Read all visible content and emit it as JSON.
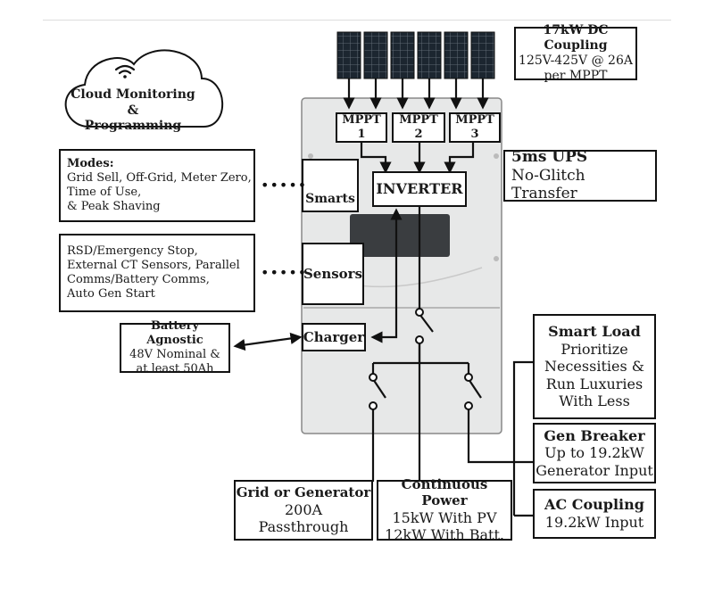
{
  "cloud": {
    "line1": "Cloud Monitoring &",
    "line2": "Programming",
    "icon": "wifi-icon"
  },
  "dc_coupling": {
    "title": "17kW DC Coupling",
    "line1": "125V-425V @ 26A",
    "line2": "per MPPT"
  },
  "mppt": [
    "MPPT 1",
    "MPPT 2",
    "MPPT 3"
  ],
  "inverter": {
    "label": "INVERTER"
  },
  "smarts": {
    "label": "Smarts",
    "icon": "brain-icon"
  },
  "sensors": {
    "label": "Sensors"
  },
  "charger": {
    "label": "Charger"
  },
  "modes": {
    "title": "Modes:",
    "line1": "Grid Sell, Off-Grid, Meter Zero,",
    "line2": "Time of Use,",
    "line3": "& Peak Shaving"
  },
  "rsd": {
    "line1": "RSD/Emergency Stop,",
    "line2": "External CT Sensors, Parallel",
    "line3": "Comms/Battery Comms,",
    "line4": "Auto Gen Start"
  },
  "battery": {
    "title": "Battery Agnostic",
    "line1": "48V Nominal &",
    "line2": "at least 50Ah"
  },
  "ups": {
    "title": "5ms UPS",
    "line1": "No-Glitch Transfer"
  },
  "smart_load": {
    "title": "Smart Load",
    "line1": "Prioritize",
    "line2": "Necessities &",
    "line3": "Run Luxuries",
    "line4": "With Less"
  },
  "gen_breaker": {
    "title": "Gen Breaker",
    "line1": "Up to 19.2kW",
    "line2": "Generator Input"
  },
  "ac_coupling": {
    "title": "AC Coupling",
    "line1": "19.2kW Input"
  },
  "grid": {
    "title": "Grid or Generator",
    "line1": "200A",
    "line2": "Passthrough"
  },
  "continuous": {
    "title": "Continuous Power",
    "line1": "15kW With PV",
    "line2": "12kW With Batt."
  },
  "dots": "•••••",
  "colors": {
    "line": "#111111",
    "panel_cell": "#1c2630",
    "panel_grid": "#6f7a84",
    "enclosure": "#e7e8e8",
    "screen": "#3a3d40"
  }
}
